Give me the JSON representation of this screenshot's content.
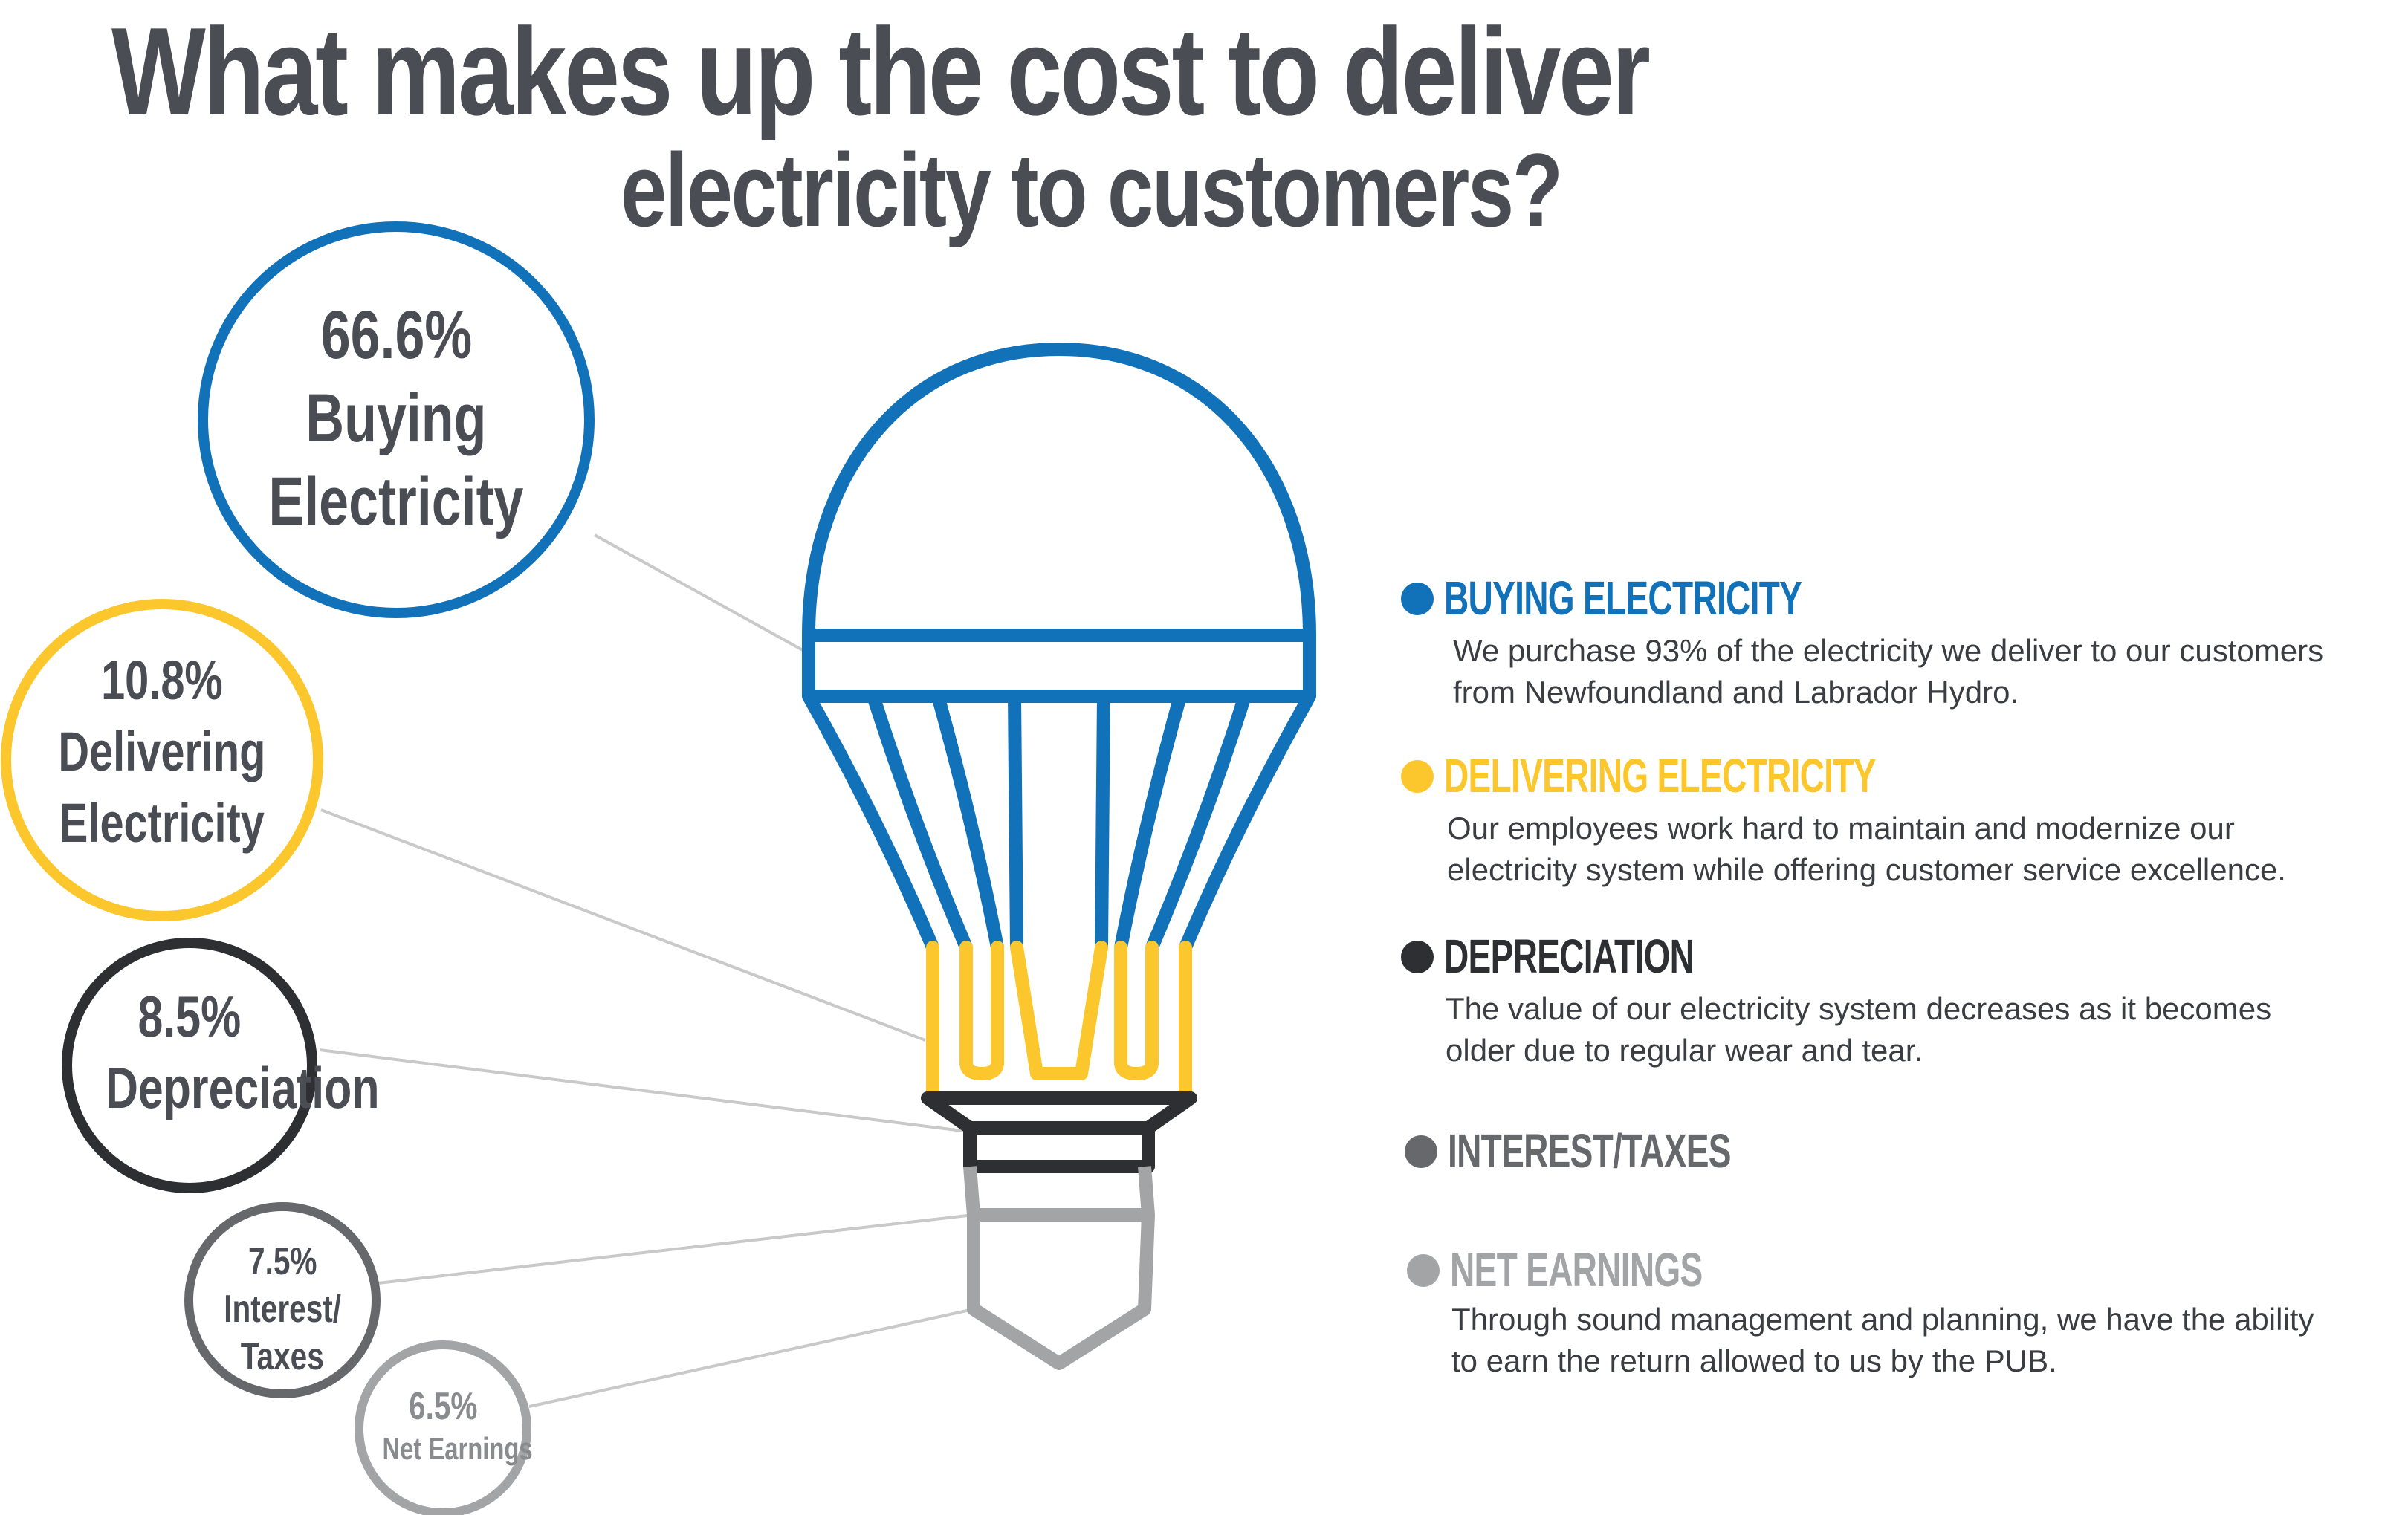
{
  "title": {
    "line1": "What makes up the cost to deliver",
    "line2": "electricity to customers?"
  },
  "colors": {
    "blue": "#1272b9",
    "yellow": "#fcc72c",
    "dark": "#2e2f33",
    "gray": "#67686c",
    "light_gray": "#a3a4a6",
    "title": "#4a4d53"
  },
  "bubbles": [
    {
      "percent": "66.6%",
      "line1": "Buying",
      "line2": "Electricity"
    },
    {
      "percent": "10.8%",
      "line1": "Delivering",
      "line2": "Electricity"
    },
    {
      "percent": "8.5%",
      "line1": "Depreciation",
      "line2": ""
    },
    {
      "percent": "7.5%",
      "line1": "Interest/",
      "line2": "Taxes"
    },
    {
      "percent": "6.5%",
      "line1": "Net Earnings",
      "line2": ""
    }
  ],
  "legend": [
    {
      "title": "BUYING ELECTRICITY",
      "desc1": "We purchase 93% of the electricity we deliver to our customers",
      "desc2": "from Newfoundland and Labrador Hydro."
    },
    {
      "title": "DELIVERING ELECTRICITY",
      "desc1": "Our employees work hard to maintain and modernize our",
      "desc2": "electricity system while offering customer service excellence."
    },
    {
      "title": "DEPRECIATION",
      "desc1": "The value of our electricity system decreases as it becomes",
      "desc2": "older due to regular wear and tear."
    },
    {
      "title": "INTEREST/TAXES",
      "desc1": "",
      "desc2": ""
    },
    {
      "title": "NET EARNINGS",
      "desc1": "Through sound management and planning, we have the ability",
      "desc2": "to earn the return allowed to us by the PUB."
    }
  ]
}
